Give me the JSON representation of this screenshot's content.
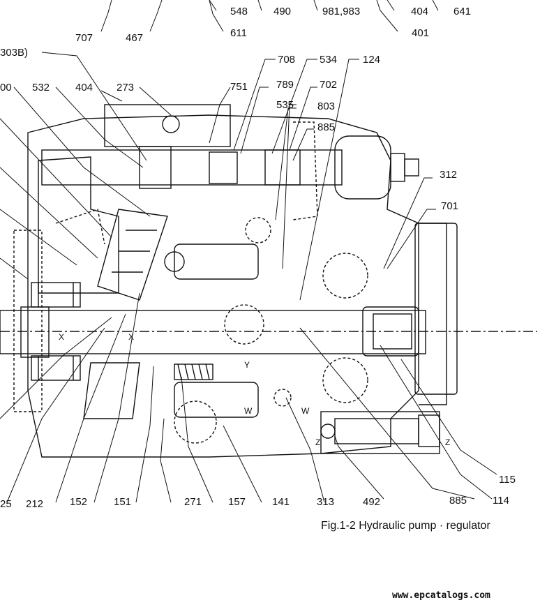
{
  "caption": "Fig.1-2 Hydraulic pump · regulator",
  "watermark": "www.epcatalogs.com",
  "callouts": {
    "c548": "548",
    "c490": "490",
    "c981_983": "981,983",
    "c404_top": "404",
    "c641": "641",
    "c707": "707",
    "c467": "467",
    "c611": "611",
    "c401": "401",
    "c303b": "303B)",
    "c708": "708",
    "c534": "534",
    "c124": "124",
    "c100": "00",
    "c532": "532",
    "c404": "404",
    "c273": "273",
    "c751": "751",
    "c789": "789",
    "c702": "702",
    "c535": "535",
    "c803": "803",
    "c885_top": "885",
    "c312": "312",
    "c701": "701",
    "c115": "115",
    "c114": "114",
    "c885_bot": "885",
    "c492": "492",
    "c313": "313",
    "c141": "141",
    "c157": "157",
    "c271": "271",
    "c151": "151",
    "c152": "152",
    "c212": "212",
    "c25": "25"
  },
  "section_marks": {
    "x_left": "X",
    "x_right": "X",
    "y": "Y",
    "w_left": "W",
    "w_right": "W",
    "z_left": "Z",
    "z_right": "Z"
  }
}
